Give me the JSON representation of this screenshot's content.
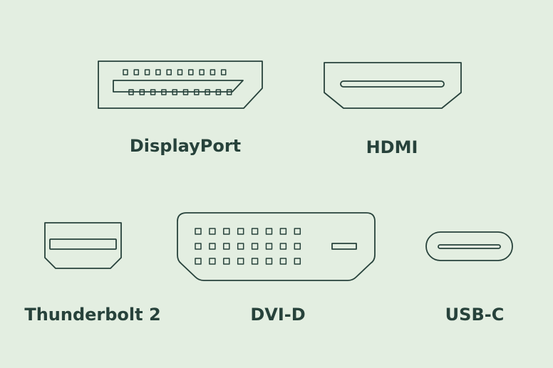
{
  "palette": {
    "background": "#e3eee1",
    "stroke": "#27423b"
  },
  "connectors": [
    {
      "id": "displayport",
      "label": "DisplayPort",
      "icon": "displayport-connector-icon"
    },
    {
      "id": "hdmi",
      "label": "HDMI",
      "icon": "hdmi-connector-icon"
    },
    {
      "id": "thunderbolt2",
      "label": "Thunderbolt 2",
      "icon": "thunderbolt-2-connector-icon"
    },
    {
      "id": "dvi_d",
      "label": "DVI-D",
      "icon": "dvi-d-connector-icon"
    },
    {
      "id": "usb_c",
      "label": "USB-C",
      "icon": "usb-c-connector-icon"
    }
  ]
}
